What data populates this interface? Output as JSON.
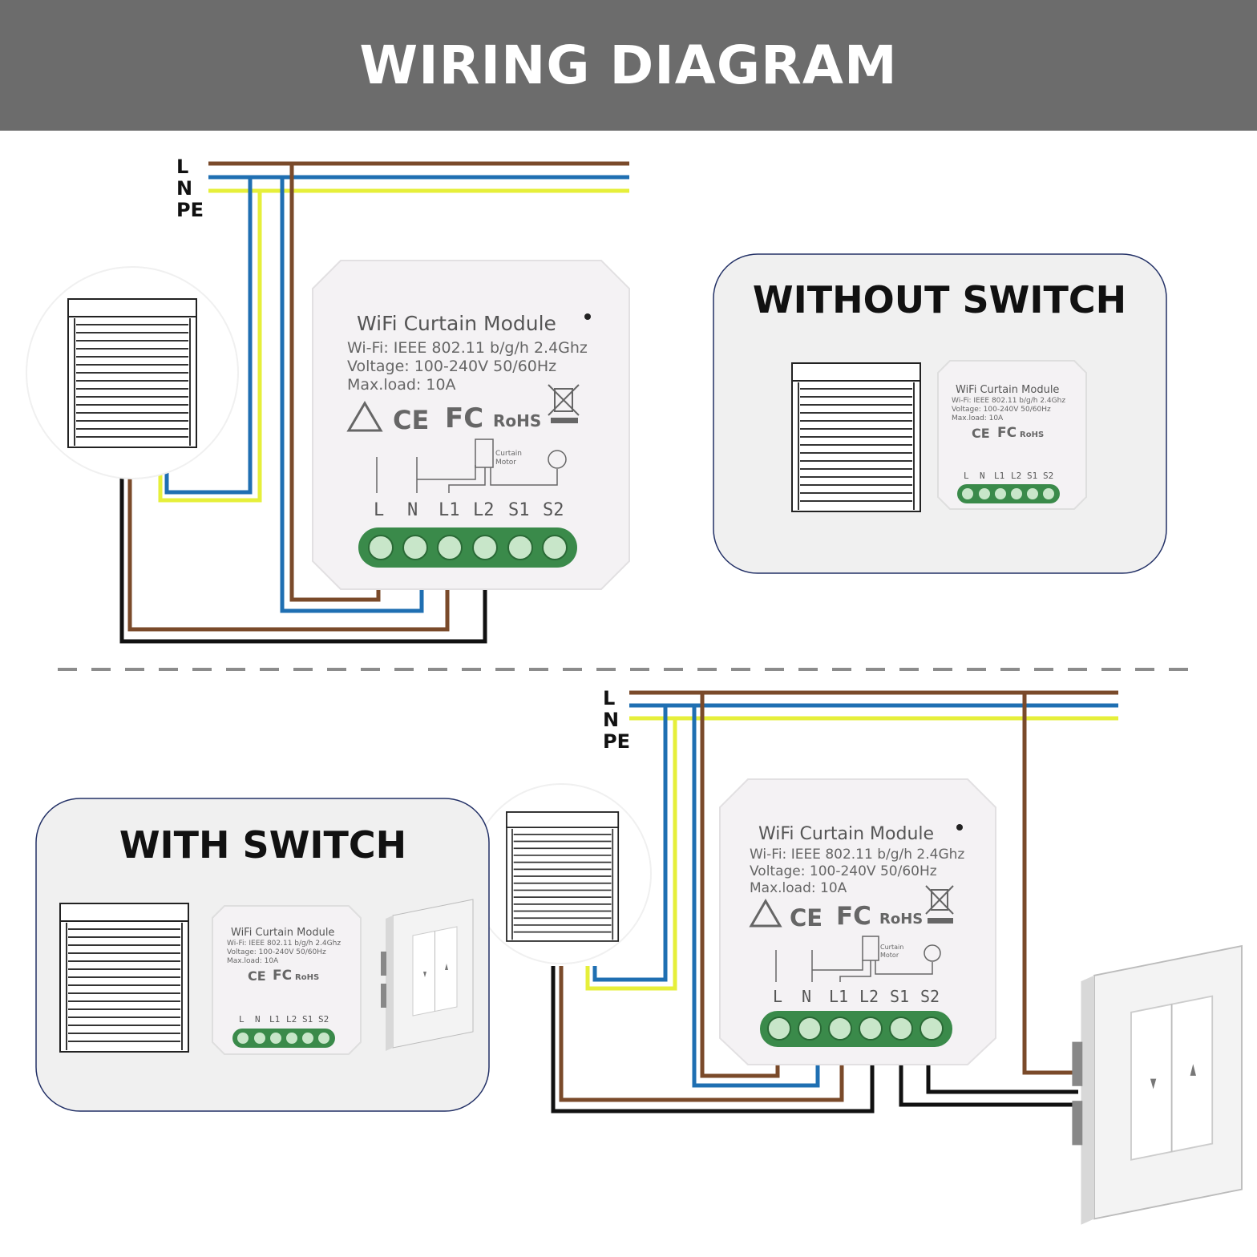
{
  "header": {
    "title": "WIRING DIAGRAM"
  },
  "mains_labels": {
    "l": "L",
    "n": "N",
    "pe": "PE"
  },
  "module": {
    "title": "WiFi Curtain Module",
    "spec_wifi": "Wi-Fi: IEEE 802.11 b/g/h 2.4Ghz",
    "spec_voltage": "Voltage: 100-240V 50/60Hz",
    "spec_load": "Max.load: 10A",
    "mark_ce": "CE",
    "mark_fc": "FC",
    "mark_rohs": "RoHS",
    "curtain_label_1": "Curtain",
    "curtain_label_2": "Motor",
    "terminals": [
      "L",
      "N",
      "L1",
      "L2",
      "S1",
      "S2"
    ]
  },
  "panels": {
    "without_switch": "WITHOUT SWITCH",
    "with_switch": "WITH SWITCH"
  },
  "colors": {
    "brown": "#7a4a2a",
    "blue": "#1f6fb2",
    "yellow": "#e6ef3a",
    "black": "#111111",
    "header_bg": "#6c6c6c"
  }
}
